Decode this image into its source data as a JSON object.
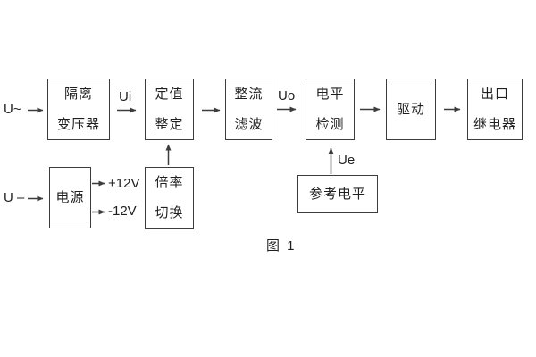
{
  "figure": {
    "caption": "图 1",
    "inputs": {
      "ac": "U~",
      "dc": "U –"
    },
    "signals": {
      "ui": "Ui",
      "uo": "Uo",
      "ue": "Ue",
      "plus12v": "+12V",
      "minus12v": "-12V"
    },
    "blocks": {
      "isolation_transformer": {
        "line1": "隔离",
        "line2": "变压器"
      },
      "setting_adjustment": {
        "line1": "定值",
        "line2": "整定"
      },
      "rectify_filter": {
        "line1": "整流",
        "line2": "滤波"
      },
      "level_detection": {
        "line1": "电平",
        "line2": "检测"
      },
      "driver": {
        "label": "驱动"
      },
      "output_relay": {
        "line1": "出口",
        "line2": "继电器"
      },
      "power_supply": {
        "label": "电源"
      },
      "ratio_switch": {
        "line1": "倍率",
        "line2": "切换"
      },
      "reference_level": {
        "label": "参考电平"
      }
    },
    "colors": {
      "stroke": "#3d3d3d",
      "text": "#1f1f1f",
      "background": "#ffffff"
    }
  }
}
